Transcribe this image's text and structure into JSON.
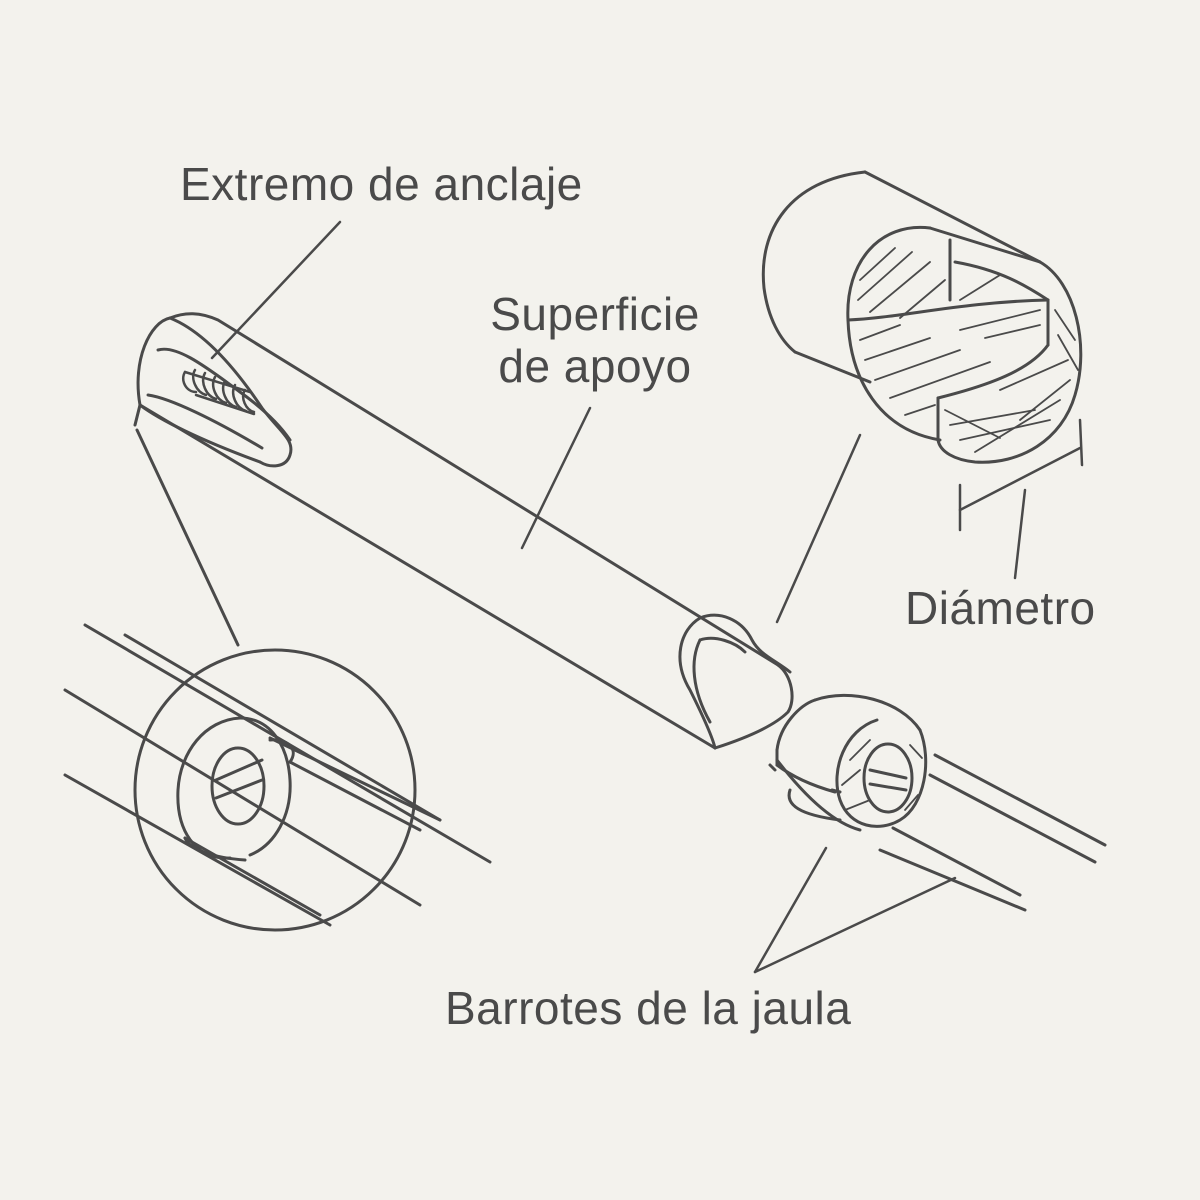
{
  "labels": {
    "anchor_end": "Extremo de anclaje",
    "bearing_surface_line1": "Superficie",
    "bearing_surface_line2": "de apoyo",
    "diameter": "Diámetro",
    "cage_bars": "Barrotes de la jaula"
  },
  "colors": {
    "background": "#f3f2ed",
    "stroke": "#4a4a4a",
    "text": "#4a4a4a"
  }
}
